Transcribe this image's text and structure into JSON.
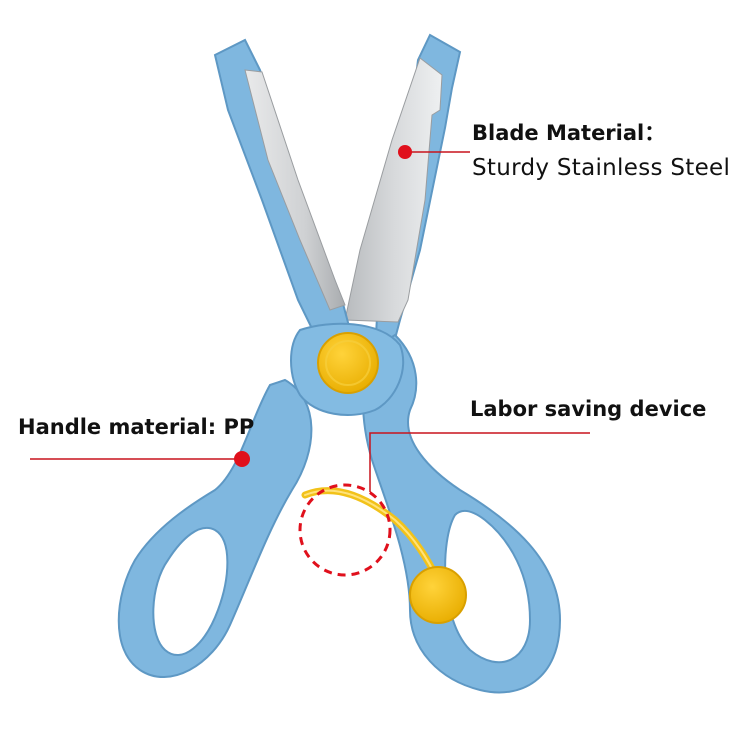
{
  "annotations": {
    "blade": {
      "title": "Blade Material：",
      "detail": "Sturdy Stainless Steel"
    },
    "handle": {
      "title": "Handle material: PP"
    },
    "labor": {
      "title": "Labor saving device"
    }
  },
  "colors": {
    "handle_blue": "#7fb7df",
    "handle_blue_dark": "#5e98c4",
    "blade_steel": "#c9cbcd",
    "pivot_yellow": "#f4c20d",
    "spring_yellow": "#f2c21a",
    "marker_red": "#e0101c"
  },
  "icons": {
    "blade_marker": "red-dot-marker",
    "handle_marker": "red-dot-marker",
    "labor_highlight": "dashed-red-circle"
  }
}
